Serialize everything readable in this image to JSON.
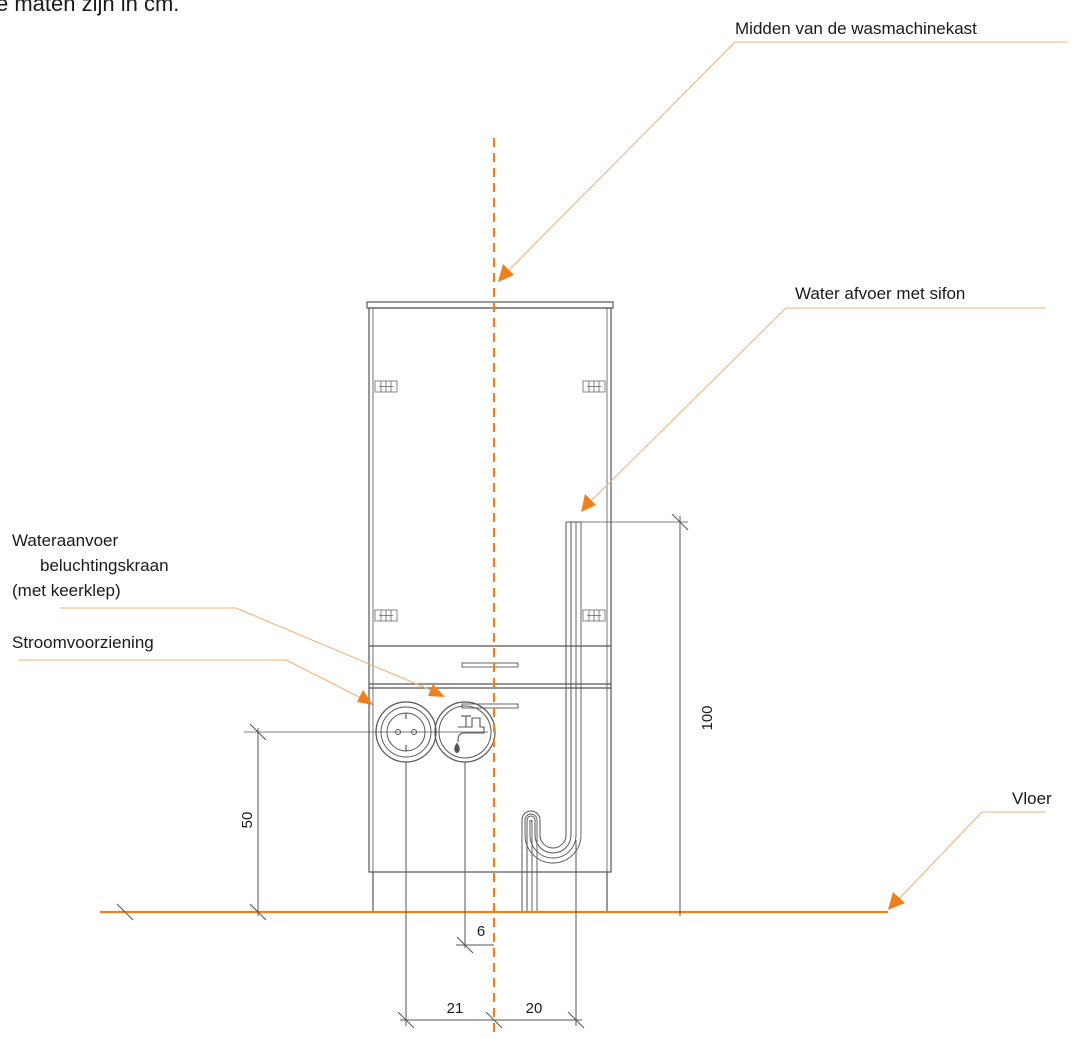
{
  "note_text": "e maten zijn in cm.",
  "labels": {
    "center": "Midden van de wasmachinekast",
    "drain": "Water afvoer met sifon",
    "supply_line1": "Wateraanvoer",
    "supply_line2": "beluchtingskraan",
    "supply_line3": "(met keerklep)",
    "power": "Stroomvoorziening",
    "floor": "Vloer"
  },
  "dimensions": {
    "outlet_height": "50",
    "drain_height": "100",
    "tap_offset": "6",
    "outlet_offset": "21",
    "drain_offset": "20"
  },
  "colors": {
    "accent": "#f07f1e",
    "line": "#4a4a4a",
    "fine": "#8a8a8a",
    "leader": "#f3b27a"
  },
  "icons": [
    "power-socket-icon",
    "water-tap-icon"
  ]
}
